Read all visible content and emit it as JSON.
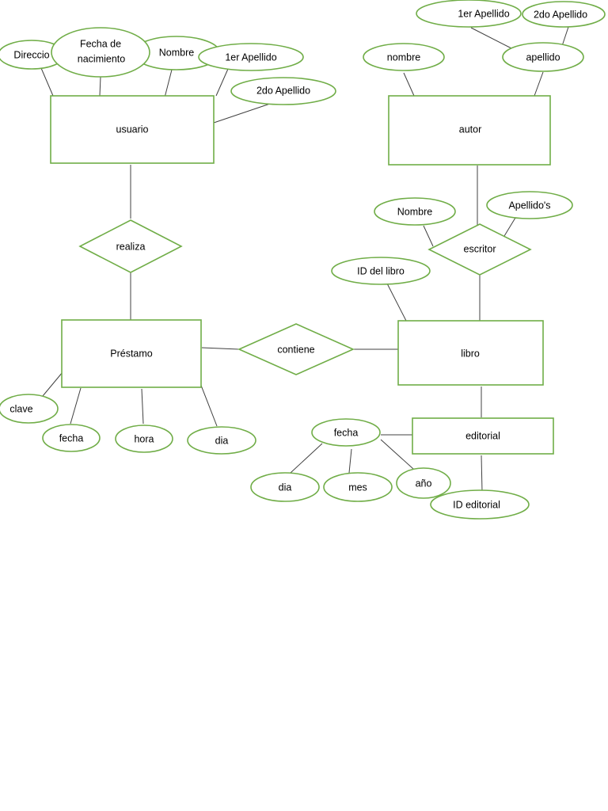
{
  "colors": {
    "shape_stroke": "#70ad47",
    "connector": "#404040",
    "background": "#ffffff"
  },
  "entities": {
    "usuario": "usuario",
    "autor": "autor",
    "prestamo": "Préstamo",
    "libro": "libro",
    "editorial": "editorial"
  },
  "relationships": {
    "realiza": "realiza",
    "contiene": "contiene",
    "escritor": "escritor"
  },
  "attributes": {
    "usuario_direccion": "Direccio",
    "usuario_fecha_nacimiento": [
      "Fecha de",
      "nacimiento"
    ],
    "usuario_nombre": "Nombre",
    "usuario_1er_apellido": "1er Apellido",
    "usuario_2do_apellido": "2do Apellido",
    "autor_nombre": "nombre",
    "autor_apellido": "apellido",
    "autor_1er_apellido": "1er Apellido",
    "autor_2do_apellido": "2do Apellido",
    "escritor_nombre": "Nombre",
    "escritor_apellidos": "Apellido's",
    "libro_id": "ID del libro",
    "prestamo_clave": "clave",
    "prestamo_fecha": "fecha",
    "prestamo_hora": "hora",
    "prestamo_dia": "dia",
    "editorial_fecha": "fecha",
    "editorial_fecha_dia": "dia",
    "editorial_fecha_mes": "mes",
    "editorial_fecha_anio": "año",
    "editorial_id": "ID editorial"
  }
}
